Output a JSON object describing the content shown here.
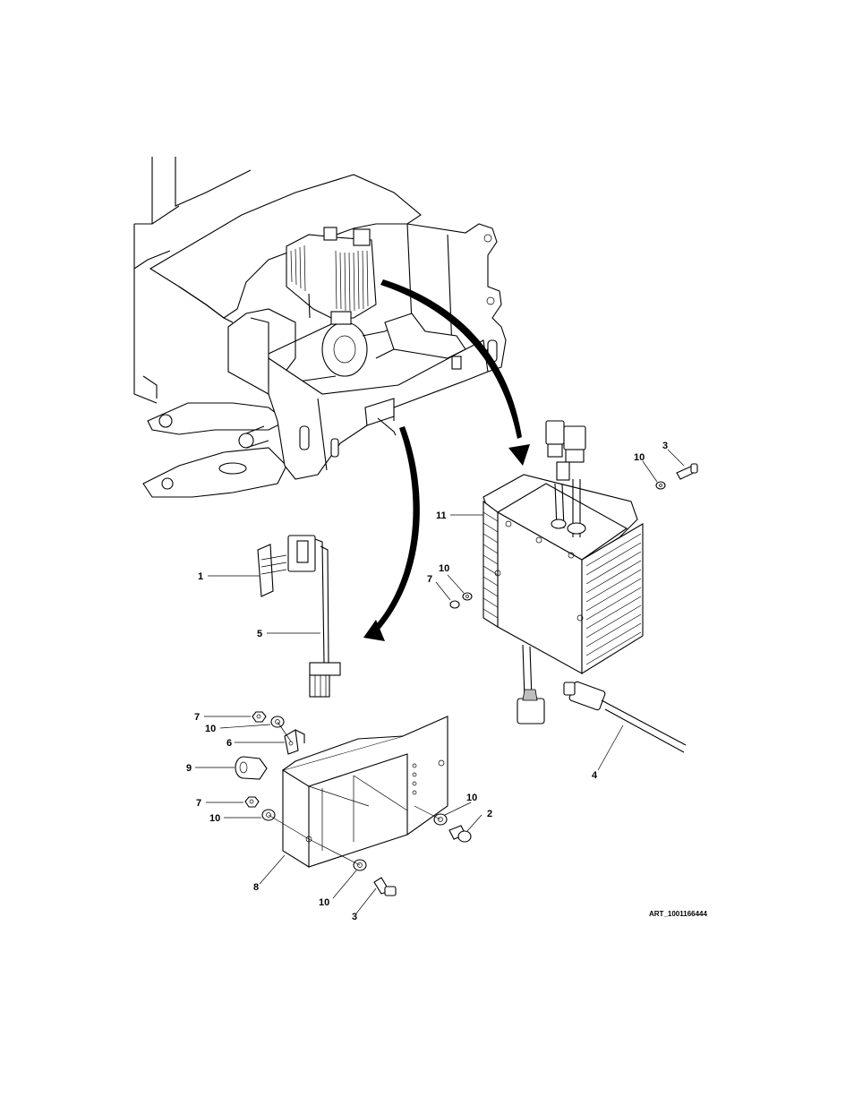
{
  "figure": {
    "art_code": "ART_1001166444"
  },
  "callouts": [
    {
      "id": "c-1",
      "label": "1"
    },
    {
      "id": "c-5",
      "label": "5"
    },
    {
      "id": "c-7a",
      "label": "7"
    },
    {
      "id": "c-10a",
      "label": "10"
    },
    {
      "id": "c-6",
      "label": "6"
    },
    {
      "id": "c-9",
      "label": "9"
    },
    {
      "id": "c-7b",
      "label": "7"
    },
    {
      "id": "c-10b",
      "label": "10"
    },
    {
      "id": "c-8",
      "label": "8"
    },
    {
      "id": "c-10c",
      "label": "10"
    },
    {
      "id": "c-3a",
      "label": "3"
    },
    {
      "id": "c-10d",
      "label": "10"
    },
    {
      "id": "c-2",
      "label": "2"
    },
    {
      "id": "c-11",
      "label": "11"
    },
    {
      "id": "c-10e",
      "label": "10"
    },
    {
      "id": "c-7c",
      "label": "7"
    },
    {
      "id": "c-10f",
      "label": "10"
    },
    {
      "id": "c-3b",
      "label": "3"
    },
    {
      "id": "c-4",
      "label": "4"
    }
  ]
}
